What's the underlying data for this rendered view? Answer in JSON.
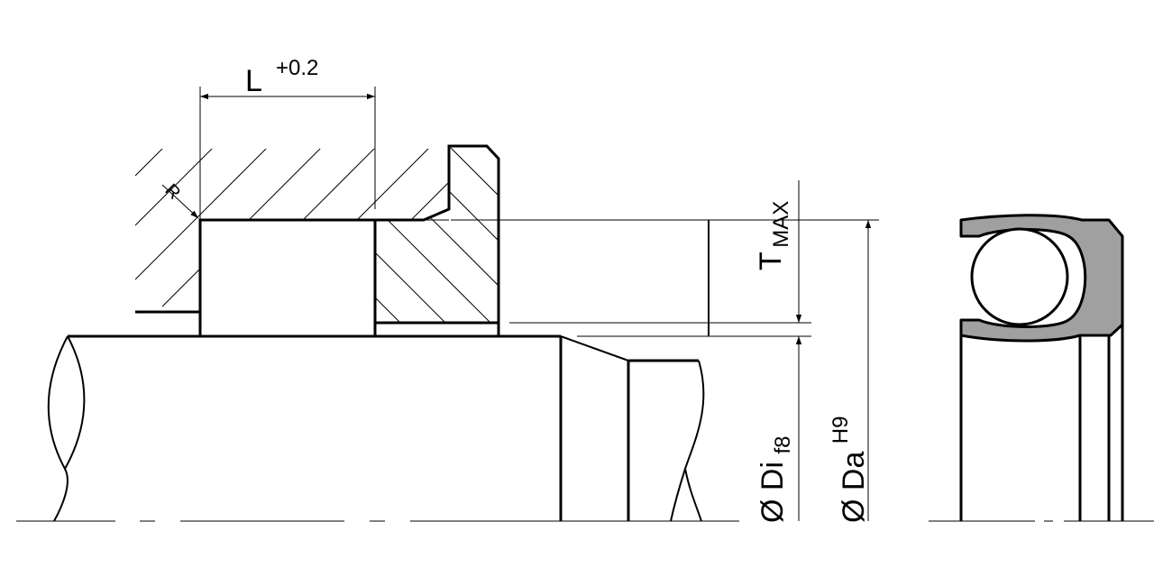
{
  "labels": {
    "length": "L",
    "length_tolerance": "+0.2",
    "radius": "R",
    "t_main": "T",
    "t_sub": "MAX",
    "di_main": "Ø Di",
    "di_sub": "f8",
    "da_main": "Ø Da",
    "da_sup": "H9"
  },
  "colors": {
    "line": "#000000",
    "seal_fill": "#a0a0a0",
    "background": "#ffffff"
  }
}
